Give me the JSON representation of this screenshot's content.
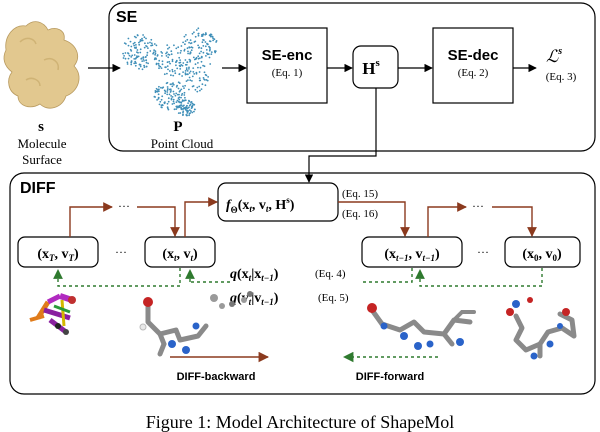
{
  "se_section": {
    "title": "SE",
    "surface_symbol": "s",
    "surface_label_line1": "Molecule",
    "surface_label_line2": "Surface",
    "pointcloud_symbol": "P",
    "pointcloud_label": "Point Cloud",
    "encoder_label": "SE-enc",
    "encoder_eq": "(Eq. 1)",
    "hidden_label": "H",
    "hidden_sup": "s",
    "decoder_label": "SE-dec",
    "decoder_eq": "(Eq. 2)",
    "loss_label": "ℒ",
    "loss_sup": "s",
    "loss_eq": "(Eq. 3)"
  },
  "diff_section": {
    "title": "DIFF",
    "f_func": "f",
    "f_sub": "Θ",
    "f_args": "(x",
    "f_t1": "t",
    "f_mid": ", v",
    "f_t2": "t",
    "f_comma": ", H",
    "f_sup": "s",
    "f_close": ")",
    "eq15": "(Eq. 15)",
    "eq16": "(Eq. 16)",
    "state_T": "(x_T, v_T)",
    "state_t": "(x_t, v_t)",
    "state_t1": "(x_{t-1}, v_{t-1})",
    "state_0": "(x_0, v_0)",
    "ellipsis": "···",
    "q_x": "q(x_t | x_{t-1})",
    "q_x_eq": "(Eq. 4)",
    "q_v": "q(v_t | v_{t-1})",
    "q_v_eq": "(Eq. 5)",
    "backward_label": "DIFF-backward",
    "forward_label": "DIFF-forward"
  },
  "caption": "Figure 1: Model Architecture of ShapeMol",
  "colors": {
    "brown_arrow": "#8b3a1e",
    "green_arrow": "#2f7a2f",
    "surface": "#e2c88f",
    "points": "#3f8fb8"
  }
}
